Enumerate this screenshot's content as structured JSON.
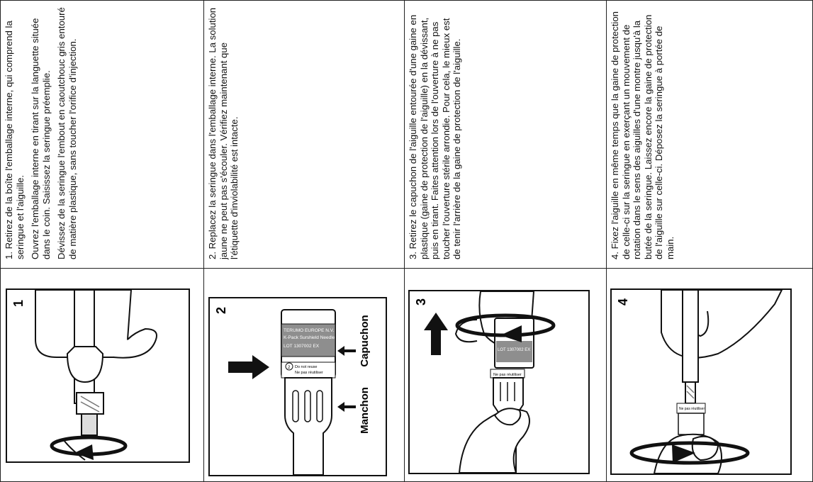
{
  "steps": [
    {
      "paragraphs": [
        "1. Retirez de la boîte l'emballage interne, qui comprend la seringue et l'aiguille.",
        "Ouvrez l'emballage interne en tirant sur la languette située dans le coin. Saisissez la seringue préemplie.",
        "Dévissez de la seringue l'embout en caoutchouc gris entouré de matière plastique, sans toucher l'orifice d'injection."
      ],
      "figure_number": "1"
    },
    {
      "paragraphs": [
        "2. Replacez la seringue dans l'emballage interne. La solution jaune ne peut pas s'écouler. Vérifiez maintenant que l'étiquette d'inviolabilité est intacte."
      ],
      "figure_number": "2",
      "cap_label_lines": [
        "TERUMO EUROPE N.V.",
        "K-Pack Surshield Needle",
        "LOT 1307002 EX"
      ],
      "seal_label_lines": [
        "Do not reuse",
        "Ne pas réutiliser"
      ],
      "seal_number": "2",
      "label_capuchon": "Capuchon",
      "label_manchon": "Manchon"
    },
    {
      "paragraphs": [
        "3. Retirez le capuchon de l'aiguille entourée d'une gaine en plastique (gaine de protection de l'aiguille) en la dévissant, puis en tirant. Faites attention lors de l'ouverture à ne pas toucher l'ouverture stérile arrondie. Pour cela, le mieux est de tenir l'arrière de la gaine de protection de l'aiguille."
      ],
      "figure_number": "3",
      "cap_label": "LOT 1307002 EX",
      "seal_label": "Ne pas réutiliser"
    },
    {
      "paragraphs": [
        "4. Fixez l'aiguille en même temps que la gaine de protection de celle-ci sur la seringue en exerçant un mouvement de rotation dans le sens des aiguilles d'une montre jusqu'à la butée de la seringue. Laissez encore la gaine de protection de l'aiguille sur celle-ci. Déposez la seringue à portée de main."
      ],
      "figure_number": "4",
      "seal_label": "Ne pas réutiliser"
    }
  ]
}
